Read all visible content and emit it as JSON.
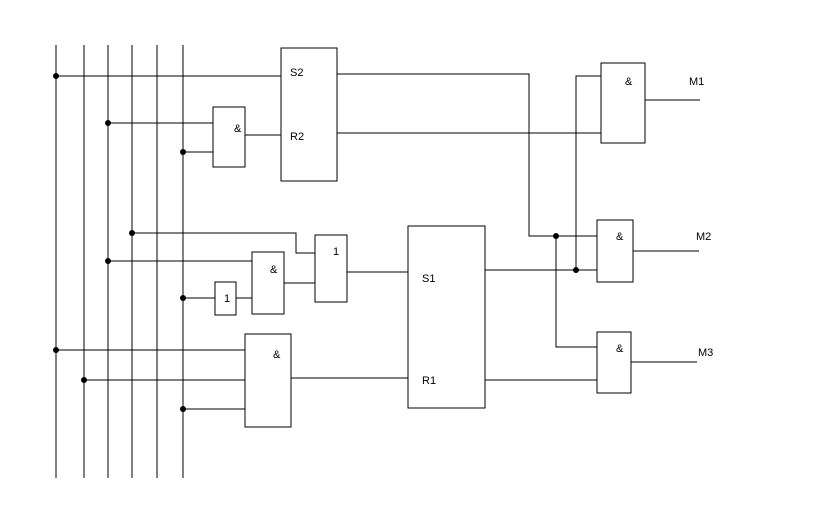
{
  "gates": {
    "and_r2": "&",
    "or_s1": "1",
    "and_s1": "&",
    "not_gate": "1",
    "and_r1": "&",
    "and_m1": "&",
    "and_m2": "&",
    "and_m3": "&"
  },
  "flipflops": {
    "ff2": {
      "set": "S2",
      "reset": "R2"
    },
    "ff1": {
      "set": "S1",
      "reset": "R1"
    }
  },
  "outputs": {
    "m1": "M1",
    "m2": "M2",
    "m3": "M3"
  }
}
